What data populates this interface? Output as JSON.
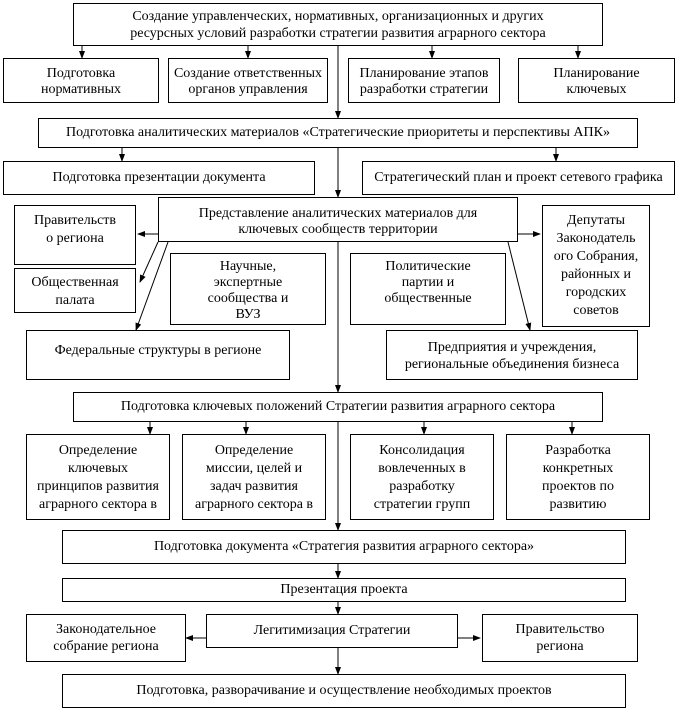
{
  "diagram": {
    "top": "Создание управленческих, нормативных, организационных и других\nресурсных условий разработки стратегии развития аграрного сектора",
    "prep": [
      "Подготовка\nнормативных",
      "Создание ответственных\nорганов управления",
      "Планирование этапов\nразработки стратегии",
      "Планирование\nключевых"
    ],
    "analytic": "Подготовка аналитических материалов «Стратегические приоритеты и перспективы АПК»",
    "presentation_doc": "Подготовка презентации документа",
    "strategic_plan": "Стратегический план и проект сетевого графика",
    "representation": "Представление аналитических материалов для\nключевых сообществ территории",
    "government_region": "Правительств\nо региона",
    "public_chamber": "Общественная\nпалата",
    "scientific": "Научные,\nэкспертные\nсообщества и\nВУЗ",
    "political": "Политические\nпартии и\nобщественные",
    "deputies": "Депутаты\nЗаконодатель\nого Собрания,\nрайонных и\nгородских\nсоветов",
    "federal": "Федеральные структуры в регионе",
    "enterprises": "Предприятия и учреждения,\nрегиональные объединения бизнеса",
    "key_positions": "Подготовка ключевых положений Стратегии развития аграрного сектора",
    "def": [
      "Определение\nключевых\nпринципов развития\nаграрного сектора в",
      "Определение\nмиссии, целей и\nзадач развития\nаграрного сектора в",
      "Консолидация\nвовлеченных в\nразработку\nстратегии групп",
      "Разработка\nконкретных\nпроектов по\nразвитию"
    ],
    "doc_strategy": "Подготовка документа «Стратегия развития аграрного сектора»",
    "project_presentation": "Презентация проекта",
    "legislative": "Законодательное\nсобрание региона",
    "legitimization": "Легитимизация Стратегии",
    "government": "Правительство\nрегиона",
    "final": "Подготовка, разворачивание и осуществление необходимых проектов"
  }
}
